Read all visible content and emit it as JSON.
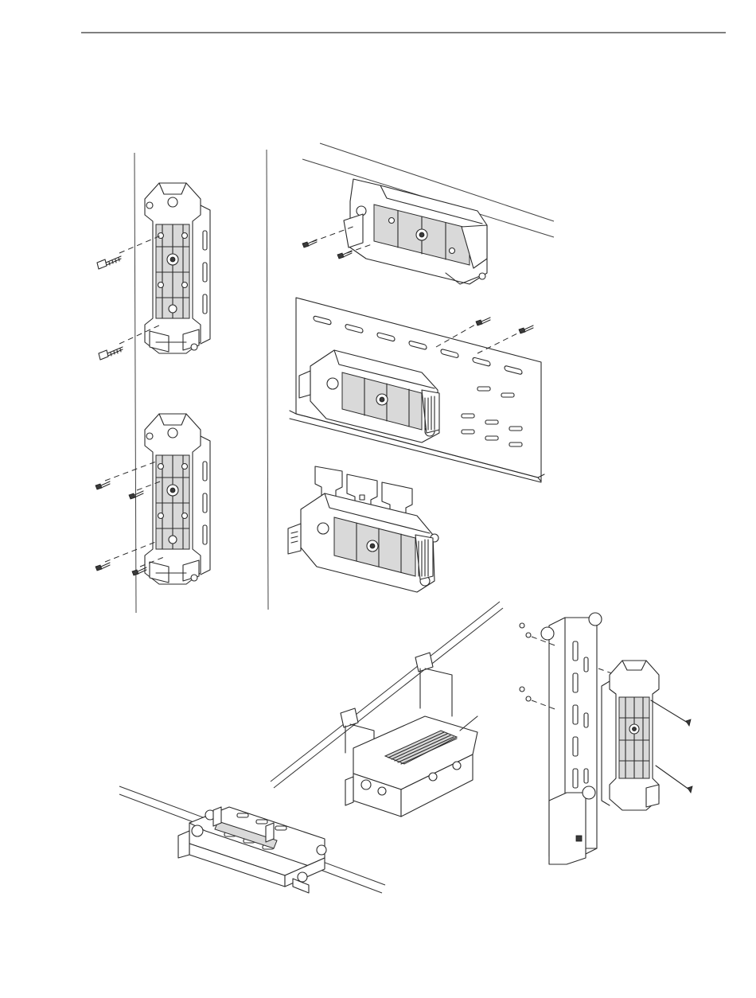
{
  "page": {
    "background": "#ffffff",
    "line_color": "#2a2a2a",
    "header_rule": true
  },
  "figures": [
    {
      "id": "wall-mount-screws",
      "icon": "closure-wall-mount-icon"
    },
    {
      "id": "wall-mount-bolts",
      "icon": "closure-wall-mount-icon"
    },
    {
      "id": "underside-wall-mount",
      "icon": "closure-horizontal-mount-icon"
    },
    {
      "id": "panel-bracket-mount",
      "icon": "closure-panel-mount-icon"
    },
    {
      "id": "bracket-hanger-mount",
      "icon": "closure-bracket-icon"
    },
    {
      "id": "aerial-strand-hanging",
      "icon": "closure-aerial-icon"
    },
    {
      "id": "pole-mount",
      "icon": "closure-pole-mount-icon"
    },
    {
      "id": "aerial-strand-inline",
      "icon": "closure-strand-icon"
    }
  ]
}
